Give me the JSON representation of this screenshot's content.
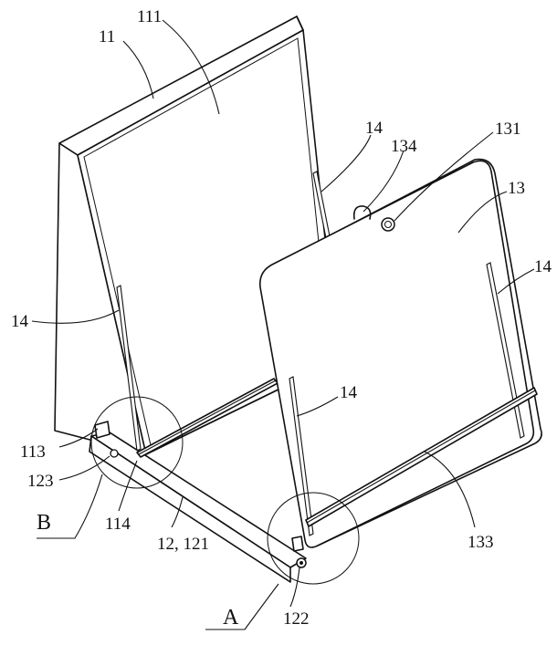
{
  "labels": {
    "l11": "11",
    "l111": "111",
    "l14_top": "14",
    "l134": "134",
    "l131": "131",
    "l13": "13",
    "l14_right": "14",
    "l14_left": "14",
    "l14_mid": "14",
    "l113": "113",
    "l123": "123",
    "lB": "B",
    "l114": "114",
    "l12_121": "12, 121",
    "l133": "133",
    "lA": "A",
    "l122": "122"
  }
}
